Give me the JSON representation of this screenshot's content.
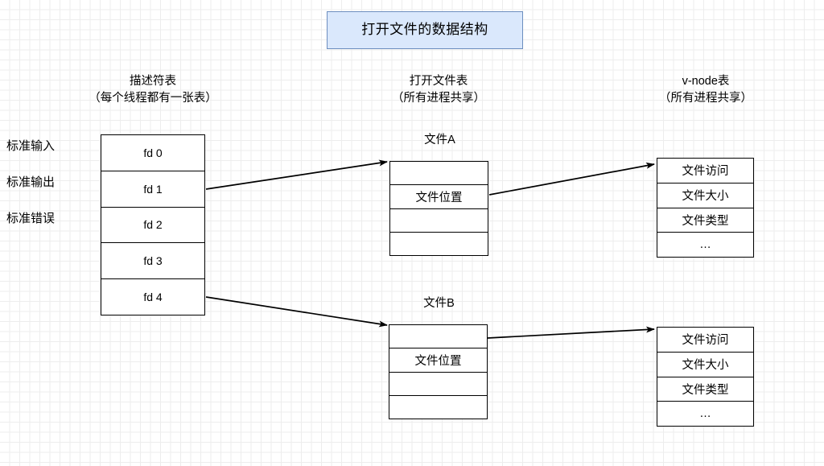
{
  "diagram": {
    "title": "打开文件的数据结构",
    "headings": [
      {
        "line1": "描述符表",
        "line2": "（每个线程都有一张表）"
      },
      {
        "line1": "打开文件表",
        "line2": "（所有进程共享）"
      },
      {
        "line1": "v-node表",
        "line2": "（所有进程共享）"
      }
    ],
    "side_labels": [
      {
        "text": "标准输入"
      },
      {
        "text": "标准输出"
      },
      {
        "text": "标准错误"
      }
    ],
    "descriptor_table": {
      "rows": [
        "fd 0",
        "fd 1",
        "fd 2",
        "fd 3",
        "fd 4"
      ]
    },
    "open_file_tables": [
      {
        "caption": "文件A",
        "rows": [
          "",
          "文件位置",
          "",
          ""
        ]
      },
      {
        "caption": "文件B",
        "rows": [
          "",
          "文件位置",
          "",
          ""
        ]
      }
    ],
    "vnode_tables": [
      {
        "rows": [
          "文件访问",
          "文件大小",
          "文件类型",
          "…"
        ]
      },
      {
        "rows": [
          "文件访问",
          "文件大小",
          "文件类型",
          "…"
        ]
      }
    ],
    "colors": {
      "title_fill": "#dae8fc",
      "title_stroke": "#6c8ebf",
      "line": "#000000",
      "background": "#ffffff",
      "grid_minor": "#ededed",
      "grid_major": "#e2e2e2"
    },
    "connectors": [
      {
        "from": "fd 1",
        "to": "文件A"
      },
      {
        "from": "fd 4",
        "to": "文件B"
      },
      {
        "from": "文件A",
        "to": "v-node A"
      },
      {
        "from": "文件B",
        "to": "v-node B"
      }
    ]
  }
}
